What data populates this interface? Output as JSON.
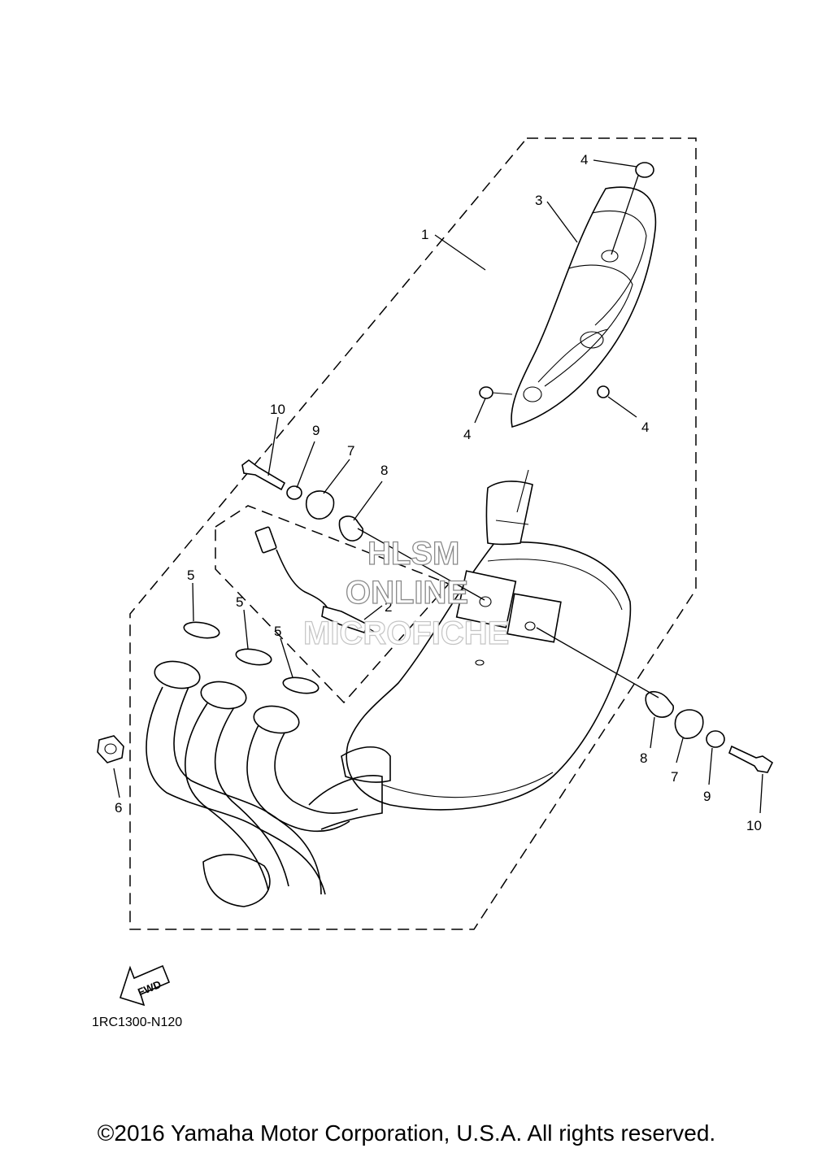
{
  "diagram": {
    "callouts": [
      {
        "num": "1"
      },
      {
        "num": "2"
      },
      {
        "num": "3"
      },
      {
        "num": "4"
      },
      {
        "num": "4"
      },
      {
        "num": "4"
      },
      {
        "num": "5"
      },
      {
        "num": "5"
      },
      {
        "num": "5"
      },
      {
        "num": "6"
      },
      {
        "num": "7"
      },
      {
        "num": "7"
      },
      {
        "num": "8"
      },
      {
        "num": "8"
      },
      {
        "num": "9"
      },
      {
        "num": "9"
      },
      {
        "num": "10"
      },
      {
        "num": "10"
      }
    ],
    "fwd_label": "FWD",
    "ref_code": "1RC1300-N120",
    "watermark": [
      "HLSM",
      "ONLINE",
      "MICROFICHE"
    ]
  },
  "footer": {
    "copyright": "©2016 Yamaha Motor Corporation, U.S.A. All rights reserved."
  }
}
